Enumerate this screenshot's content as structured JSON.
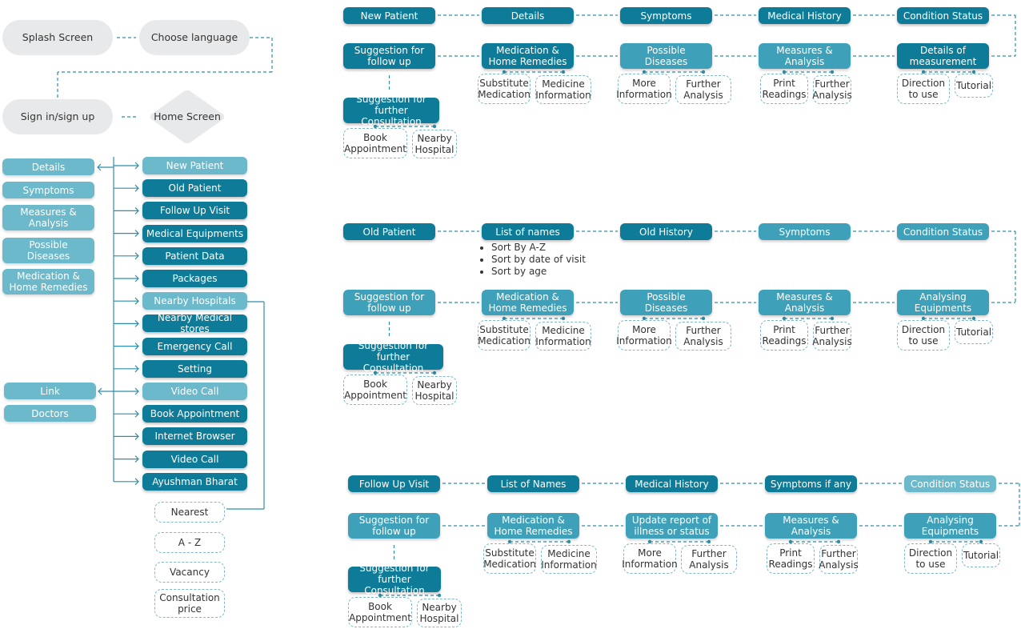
{
  "onboarding": {
    "splash": "Splash Screen",
    "language": "Choose language",
    "sign_in": "Sign in/sign up",
    "home": "Home Screen"
  },
  "home_menu": {
    "items": [
      "New Patient",
      "Old Patient",
      "Follow Up Visit",
      "Medical Equipments",
      "Patient Data",
      "Packages",
      "Nearby Hospitals",
      "Nearby Medical stores",
      "Emergency Call",
      "Setting",
      "Video Call",
      "Book Appointment",
      "Internet Browser",
      "Video Call",
      "Ayushman Bharat"
    ],
    "new_patient_sub": [
      "Details",
      "Symptoms",
      "Measures &\nAnalysis",
      "Possible\nDiseases",
      "Medication &\nHome Remedies"
    ],
    "video_call_sub": [
      "Link",
      "Doctors"
    ],
    "hospital_filters": [
      "Nearest",
      "A - Z",
      "Vacancy",
      "Consultation\nprice"
    ]
  },
  "flow_new": {
    "steps": [
      "New Patient",
      "Details",
      "Symptoms",
      "Medical History",
      "Condition Status"
    ],
    "actions": [
      "Suggestion for\nfollow up",
      "Medication &\nHome Remedies",
      "Possible\nDiseases",
      "Measures &\nAnalysis",
      "Details of\nmeasurement"
    ],
    "consult": "Suggestion for further\nConsultation",
    "options": [
      "Book\nAppointment",
      "Nearby\nHospital",
      "Substitute\nMedication",
      "Medicine\nInformation",
      "More\nInformation",
      "Further\nAnalysis",
      "Print\nReadings",
      "Further\nAnalysis",
      "Direction\nto use",
      "Tutorial"
    ]
  },
  "flow_old": {
    "steps": [
      "Old Patient",
      "List of names",
      "Old History",
      "Symptoms",
      "Condition Status"
    ],
    "sort_options": [
      "Sort By A-Z",
      "Sort by date of visit",
      "Sort by age"
    ],
    "actions": [
      "Suggestion for\nfollow up",
      "Medication &\nHome Remedies",
      "Possible\nDiseases",
      "Measures &\nAnalysis",
      "Analysing\nEquipments"
    ],
    "consult": "Suggestion for further\nConsultation",
    "options": [
      "Book\nAppointment",
      "Nearby\nHospital",
      "Substitute\nMedication",
      "Medicine\nInformation",
      "More\nInformation",
      "Further\nAnalysis",
      "Print\nReadings",
      "Further\nAnalysis",
      "Direction\nto use",
      "Tutorial"
    ]
  },
  "flow_follow": {
    "steps": [
      "Follow Up Visit",
      "List of Names",
      "Medical History",
      "Symptoms if any",
      "Condition Status"
    ],
    "actions": [
      "Suggestion for\nfollow up",
      "Medication &\nHome Remedies",
      "Update report of\nillness or status",
      "Measures &\nAnalysis",
      "Analysing\nEquipments"
    ],
    "consult": "Suggestion for\nfurther Consultation",
    "options": [
      "Book\nAppointment",
      "Nearby\nHospital",
      "Substitute\nMedication",
      "Medicine\nInformation",
      "More\nInformation",
      "Further\nAnalysis",
      "Print\nReadings",
      "Further\nAnalysis",
      "Direction\nto use",
      "Tutorial"
    ]
  },
  "colors": {
    "dark": "#0e7c98",
    "mid": "#3fa1b9",
    "light": "#6cb9cb",
    "gray": "#e8e9eb",
    "line": "#2f8fa8"
  }
}
